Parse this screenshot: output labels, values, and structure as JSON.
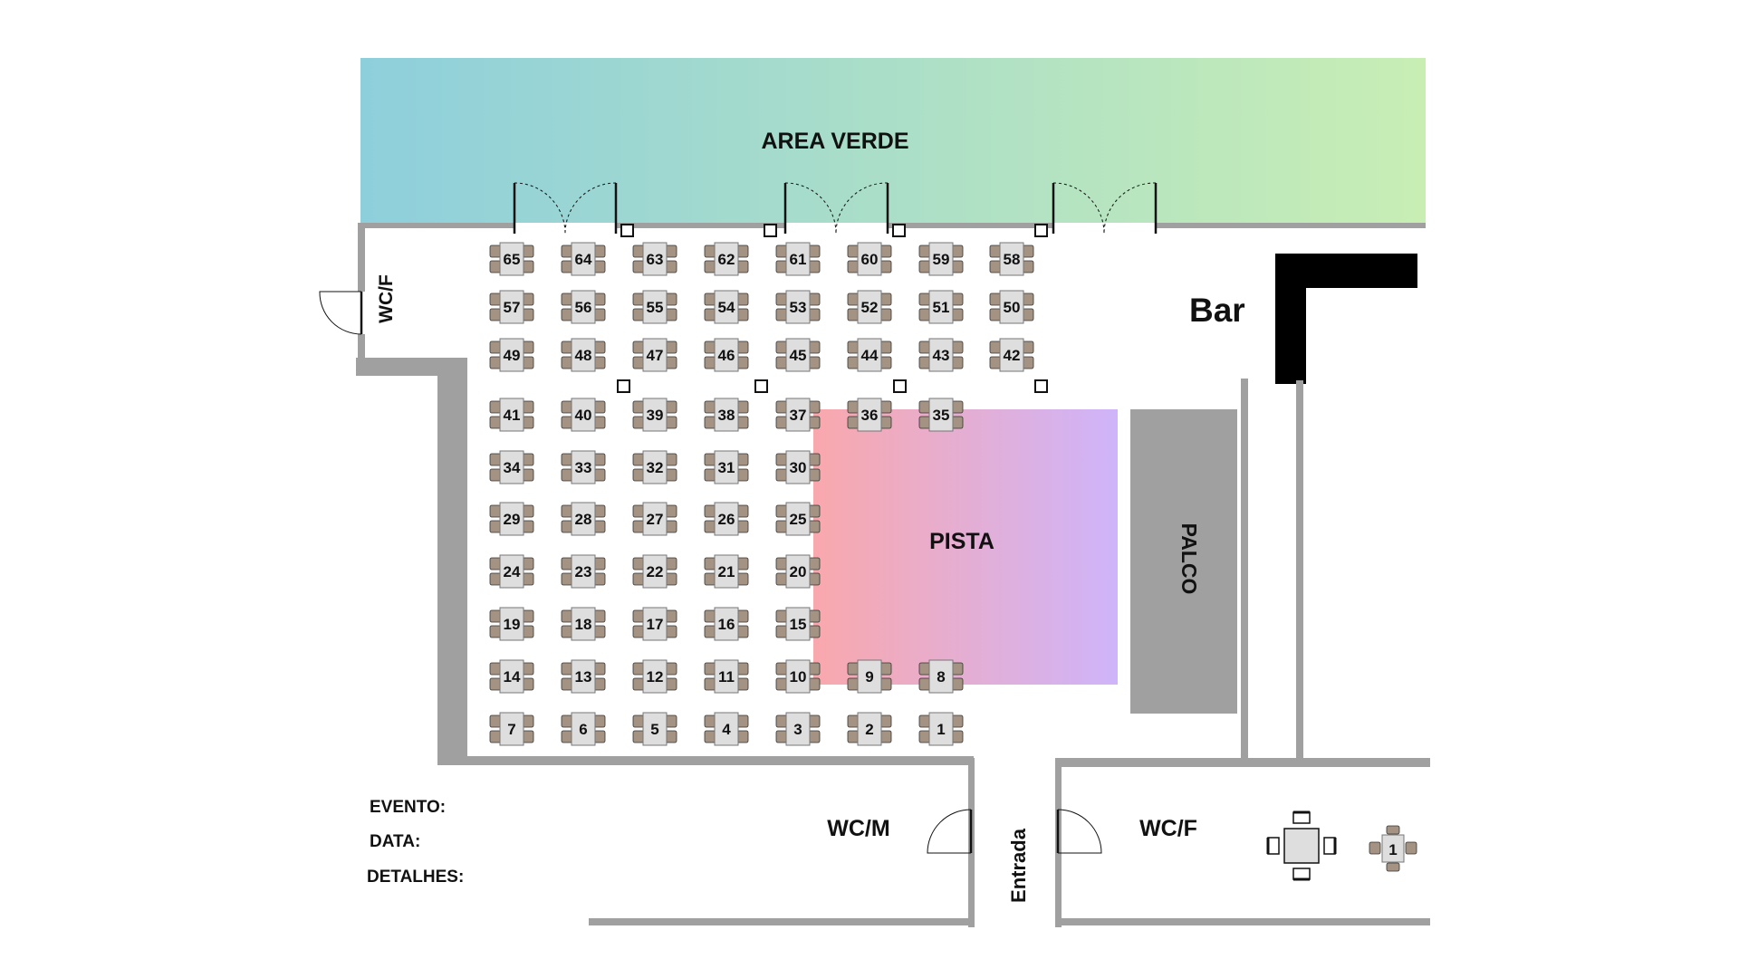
{
  "areas": {
    "green_area": "AREA VERDE",
    "dance_floor": "PISTA",
    "stage": "PALCO",
    "bar": "Bar",
    "restroom_female_left": "WC/F",
    "restroom_male": "WC/M",
    "restroom_female_bottom": "WC/F",
    "entrance": "Entrada"
  },
  "info": {
    "event_label": "EVENTO:",
    "date_label": "DATA:",
    "details_label": "DETALHES:"
  },
  "legend": {
    "small_table_number": "1"
  },
  "tables": [
    [
      "65",
      "64",
      "63",
      "62",
      "61",
      "60",
      "59",
      "58"
    ],
    [
      "57",
      "56",
      "55",
      "54",
      "53",
      "52",
      "51",
      "50"
    ],
    [
      "49",
      "48",
      "47",
      "46",
      "45",
      "44",
      "43",
      "42"
    ],
    [
      "41",
      "40",
      "39",
      "38",
      "37",
      "36",
      "35"
    ],
    [
      "34",
      "33",
      "32",
      "31",
      "30"
    ],
    [
      "29",
      "28",
      "27",
      "26",
      "25"
    ],
    [
      "24",
      "23",
      "22",
      "21",
      "20"
    ],
    [
      "19",
      "18",
      "17",
      "16",
      "15"
    ],
    [
      "14",
      "13",
      "12",
      "11",
      "10",
      "9",
      "8"
    ],
    [
      "7",
      "6",
      "5",
      "4",
      "3",
      "2",
      "1"
    ]
  ],
  "colors": {
    "wall": "#a0a0a0",
    "green_area_gradient": [
      "#8ecfdc",
      "#c8eeb4"
    ],
    "dance_floor_gradient": [
      "#f9a8ac",
      "#cfb4fa"
    ],
    "stage": "#a0a0a0",
    "bar_counter": "#000000",
    "table_top": "#dedede",
    "chair": "#a49282"
  }
}
